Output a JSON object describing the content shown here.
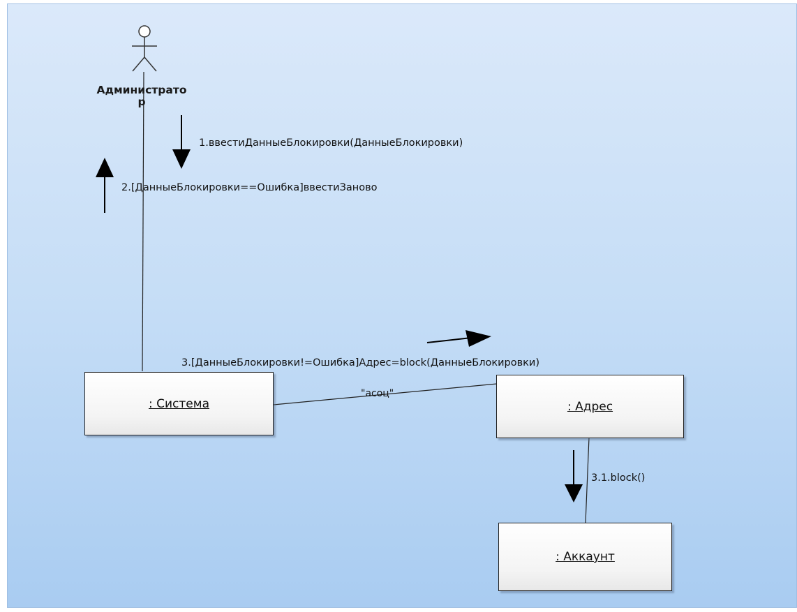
{
  "actor": {
    "name_line1": "Администрато",
    "name_line2": "р"
  },
  "objects": {
    "system": ": Система",
    "address": ": Адрес",
    "account": ": Аккаунт"
  },
  "messages": {
    "m1": "1.ввестиДанныеБлокировки(ДанныеБлокировки)",
    "m2": "2.[ДанныеБлокировки==Ошибка]ввестиЗаново",
    "m3": "3.[ДанныеБлокировки!=Ошибка]Адрес=block(ДанныеБлокировки)",
    "m31": "3.1.block()"
  },
  "links": {
    "system_address_stereotype": "\"асоц\""
  },
  "colors": {
    "background_top": "#dbe9fa",
    "background_bottom": "#a9ccf1",
    "line": "#222222",
    "arrow": "#000000"
  }
}
